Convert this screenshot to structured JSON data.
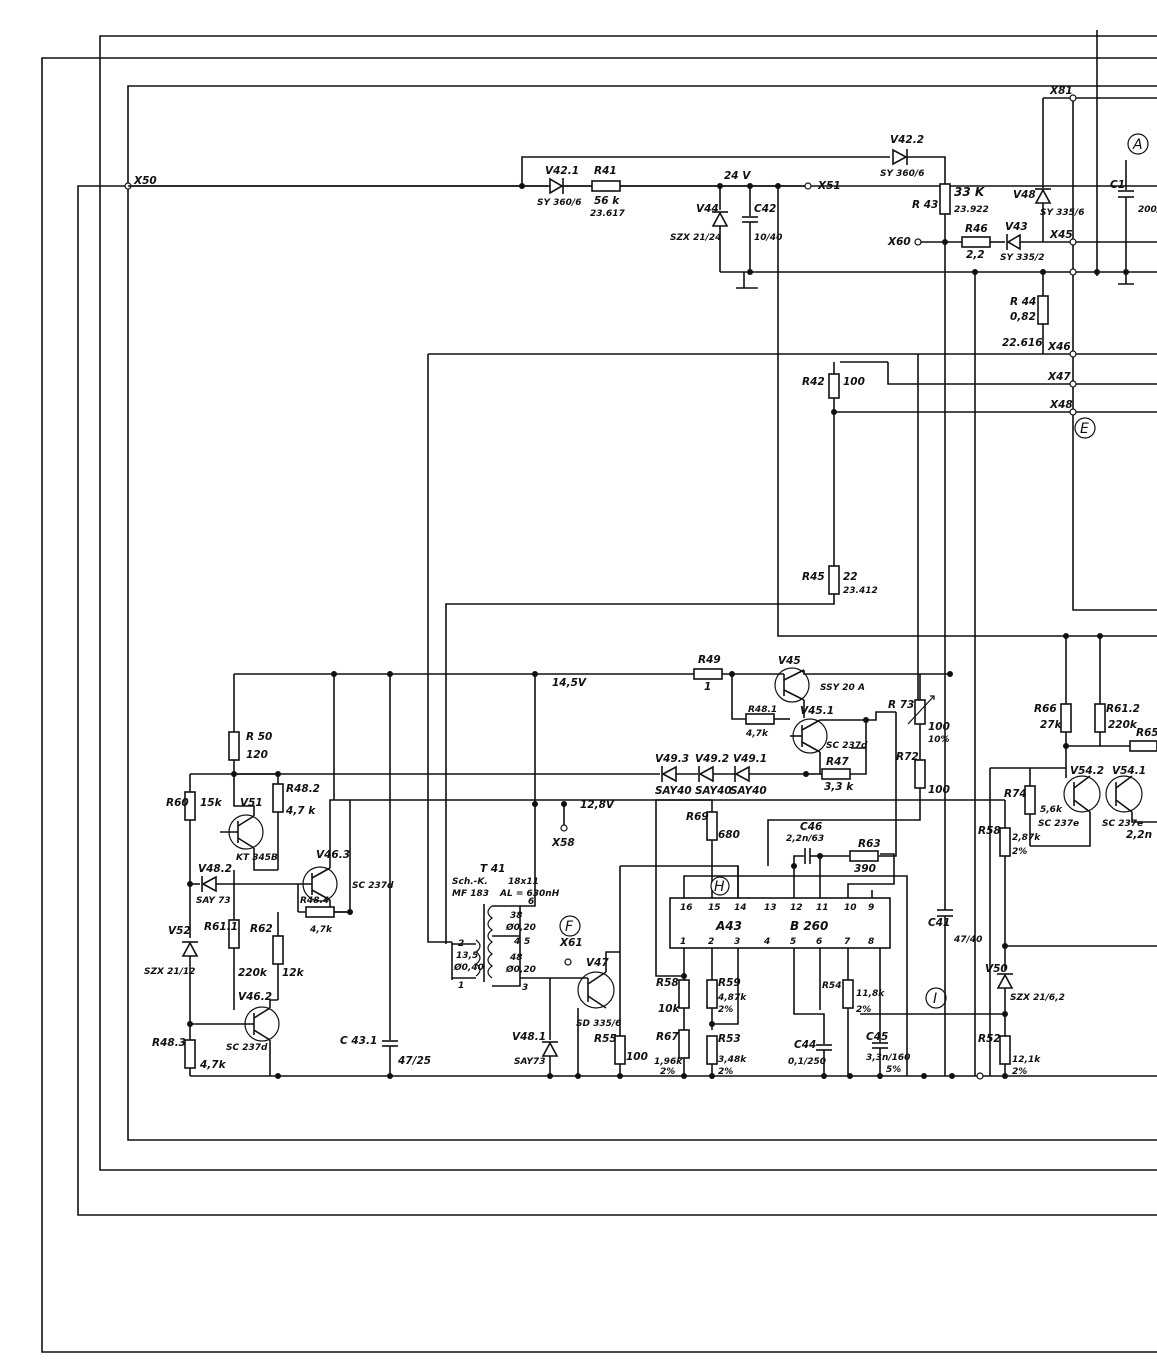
{
  "nets": {
    "x50": "X50",
    "x51": "X51",
    "x60": "X60",
    "x81": "X81",
    "x45": "X45",
    "x46": "X46",
    "x47": "X47",
    "x48": "X48",
    "x58": "X58",
    "x61": "X61"
  },
  "voltages": {
    "v24": "24 V",
    "v145": "14,5V",
    "v128": "12,8V",
    "n22616": "22.616"
  },
  "markers": {
    "A": "A",
    "E": "E",
    "F": "F",
    "H": "H",
    "I": "I"
  },
  "diodes": {
    "v421": {
      "name": "V42.1",
      "type": "SY 360/6"
    },
    "v422": {
      "name": "V42.2",
      "type": "SY 360/6"
    },
    "v44": {
      "name": "V44",
      "type": "SZX 21/24"
    },
    "v43": {
      "name": "V43",
      "type": "SY 335/2"
    },
    "v48": {
      "name": "V48",
      "type": "SY 335/6"
    },
    "v493": {
      "name": "V49.3",
      "type": "SAY40"
    },
    "v492": {
      "name": "V49.2",
      "type": "SAY40"
    },
    "v491": {
      "name": "V49.1",
      "type": "SAY40"
    },
    "v482": {
      "name": "V48.2",
      "type": "SAY 73"
    },
    "v481": {
      "name": "V48.1",
      "type": "SAY73"
    },
    "v52": {
      "name": "V52",
      "type": "SZX 21/12"
    },
    "v50": {
      "name": "V50",
      "type": "SZX 21/6,2"
    }
  },
  "resistors": {
    "r41": {
      "name": "R41",
      "value": "56 k",
      "extra": "23.617"
    },
    "r43": {
      "name": "R 43",
      "value": "33 K",
      "extra": "23.922"
    },
    "r46": {
      "name": "R46",
      "value": "2,2"
    },
    "r44": {
      "name": "R 44",
      "value": "0,82"
    },
    "r42": {
      "name": "R42",
      "value": "100"
    },
    "r45": {
      "name": "R45",
      "value": "22",
      "extra": "23.412"
    },
    "r49": {
      "name": "R49",
      "value": "1"
    },
    "r481": {
      "name": "R48.1",
      "value": "4,7k"
    },
    "r47": {
      "name": "R47",
      "value": "3,3 k"
    },
    "r73": {
      "name": "R 73",
      "value": "100",
      "extra": "10%"
    },
    "r72": {
      "name": "R72",
      "value": "100"
    },
    "r50": {
      "name": "R 50",
      "value": "120"
    },
    "r60": {
      "name": "R60",
      "value": "15k"
    },
    "r482": {
      "name": "R48.2",
      "value": "4,7 k"
    },
    "r484": {
      "name": "R48.4",
      "value": "4,7k"
    },
    "r611": {
      "name": "R61.1",
      "value": "220k"
    },
    "r62": {
      "name": "R62",
      "value": "12k"
    },
    "r483": {
      "name": "R48.3",
      "value": "4,7k"
    },
    "r69": {
      "name": "R69",
      "value": "680"
    },
    "r63": {
      "name": "R63",
      "value": "390"
    },
    "r58a": {
      "name": "R58",
      "value": "10k"
    },
    "r59": {
      "name": "R59",
      "value": "4,87k",
      "extra": "2%"
    },
    "r55": {
      "name": "R55",
      "value": "100"
    },
    "r67": {
      "name": "R67",
      "value": "1,96k",
      "extra": "2%"
    },
    "r53": {
      "name": "R53",
      "value": "3,48k",
      "extra": "2%"
    },
    "r54": {
      "name": "R54",
      "value": "11,8k",
      "extra": "2%"
    },
    "r66": {
      "name": "R66",
      "value": "27k"
    },
    "r612": {
      "name": "R61.2",
      "value": "220k"
    },
    "r65": {
      "name": "R65",
      "value": ""
    },
    "r74": {
      "name": "R74",
      "value": "5,6k"
    },
    "r58b": {
      "name": "R58",
      "value": "2,87k",
      "extra": "2%"
    },
    "r52": {
      "name": "R52",
      "value": "12,1k",
      "extra": "2%"
    }
  },
  "capacitors": {
    "c42": {
      "name": "C42",
      "value": "10/40"
    },
    "c1": {
      "name": "C1",
      "value": "200/"
    },
    "c431": {
      "name": "C 43.1",
      "value": "47/25"
    },
    "c46": {
      "name": "C46",
      "value": "2,2n/63"
    },
    "c41": {
      "name": "C41",
      "value": "47/40"
    },
    "c44": {
      "name": "C44",
      "value": "0,1/250"
    },
    "c45": {
      "name": "C45",
      "value": "3,3n/160",
      "extra": "5%"
    },
    "cx": {
      "value": "2,2n"
    }
  },
  "transistors": {
    "v45": {
      "name": "V45",
      "type": "SSY 20 A"
    },
    "v451": {
      "name": "V45.1",
      "type": "SC 237d"
    },
    "v51": {
      "name": "V51",
      "type": "KT 345B"
    },
    "v463": {
      "name": "V46.3",
      "type": "SC 237d"
    },
    "v462": {
      "name": "V46.2",
      "type": "SC 237d"
    },
    "v47": {
      "name": "V47",
      "type": "SD 335/6"
    },
    "v542": {
      "name": "V54.2",
      "type": "SC 237e"
    },
    "v541": {
      "name": "V54.1",
      "type": "SC 237e"
    }
  },
  "transformer": {
    "name": "T 41",
    "core": "Sch.-K.",
    "core2": "MF 183",
    "size": "18x11",
    "al": "AL = 630nH",
    "w1": "13,5",
    "w1d": "Ø0,40",
    "w2": "38",
    "w2d": "Ø0,20",
    "w3": "48",
    "w3d": "Ø0,20",
    "pins": {
      "p1": "1",
      "p2": "2",
      "p3": "3",
      "p4": "4",
      "p5": "5",
      "p6": "6"
    }
  },
  "ic": {
    "name": "A43",
    "type": "B 260",
    "top_pins": [
      "16",
      "15",
      "14",
      "13",
      "12",
      "11",
      "10",
      "9"
    ],
    "bottom_pins": [
      "1",
      "2",
      "3",
      "4",
      "5",
      "6",
      "7",
      "8"
    ]
  }
}
